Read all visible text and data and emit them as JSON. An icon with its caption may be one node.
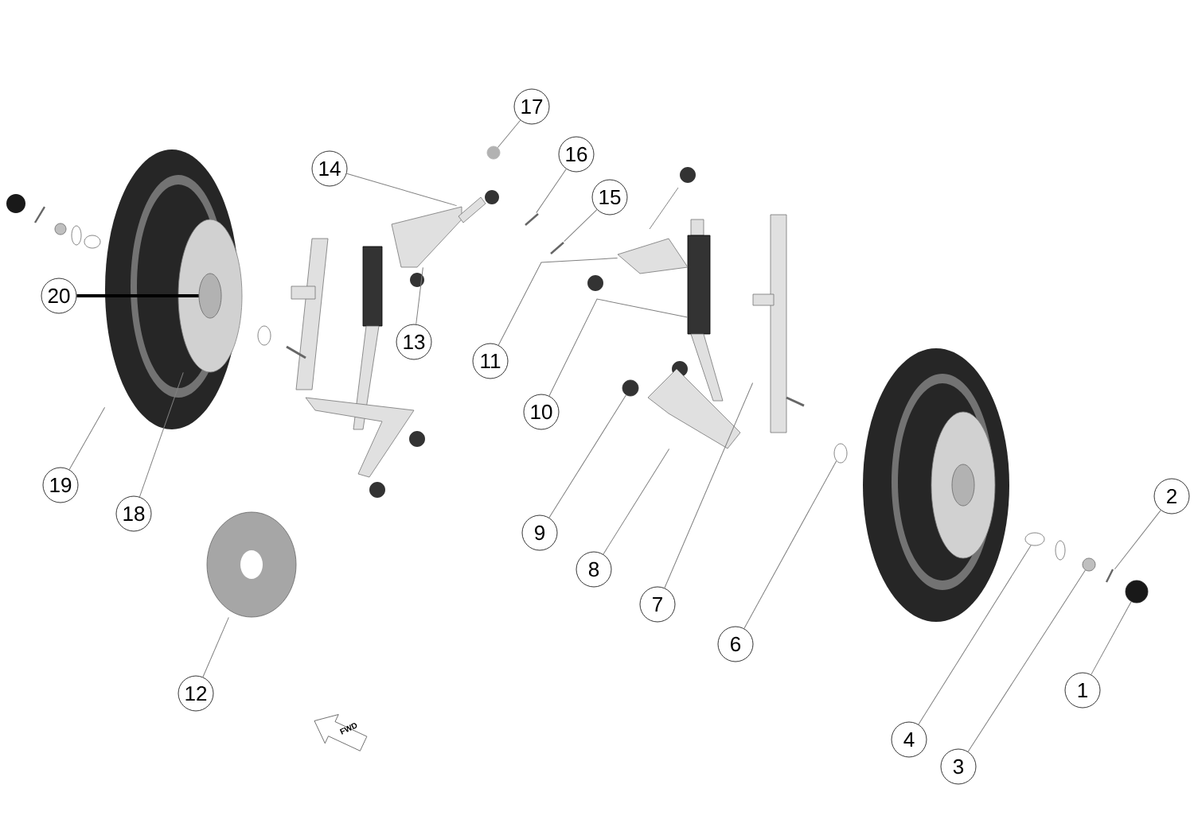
{
  "diagram": {
    "nodes": [
      {
        "text": [
          "1"
        ]
      },
      {
        "text": [
          "2"
        ]
      },
      {
        "text": [
          "3"
        ]
      },
      {
        "text": [
          "4"
        ]
      },
      {
        "text": [
          "6"
        ]
      },
      {
        "text": [
          "7"
        ]
      },
      {
        "text": [
          "8"
        ]
      },
      {
        "text": [
          "9"
        ]
      },
      {
        "text": [
          "10"
        ]
      },
      {
        "text": [
          "11"
        ]
      },
      {
        "text": [
          "12"
        ]
      },
      {
        "text": [
          "13"
        ]
      },
      {
        "text": [
          "14"
        ]
      },
      {
        "text": [
          "15"
        ]
      },
      {
        "text": [
          "16"
        ]
      },
      {
        "text": [
          "17"
        ]
      },
      {
        "text": [
          "18"
        ]
      },
      {
        "text": [
          "19"
        ]
      },
      {
        "text": [
          "20"
        ]
      },
      {
        "text": [],
        "shape": "circle"
      },
      {
        "text": [],
        "shape": "picture"
      },
      {
        "text": [],
        "shape": "circle"
      },
      {
        "text": [],
        "shape": "circle"
      },
      {
        "text": [],
        "shape": "circle"
      },
      {
        "text": [],
        "shape": "picture"
      },
      {
        "text": [],
        "shape": "picture"
      },
      {
        "text": [],
        "shape": "circle"
      },
      {
        "text": [],
        "shape": "picture"
      },
      {
        "text": [],
        "shape": "picture"
      },
      {
        "text": [],
        "shape": "picture"
      },
      {
        "text": [],
        "shape": "picture"
      },
      {
        "text": [],
        "shape": "picture"
      },
      {
        "text": [],
        "shape": "picture"
      },
      {
        "text": [],
        "shape": "picture"
      },
      {
        "text": [],
        "shape": "circle"
      },
      {
        "text": [],
        "shape": "picture"
      },
      {
        "text": [],
        "shape": "picture",
        "in": 35
      },
      {
        "text": [],
        "shape": "circle",
        "in": 36
      }
    ],
    "edges": [
      {
        "from": 0,
        "to": 19,
        "arrow": "none"
      },
      {
        "from": 1,
        "to": 20,
        "arrow": "none"
      },
      {
        "from": 2,
        "to": 21,
        "arrow": "none"
      },
      {
        "from": 3,
        "to": 22,
        "arrow": "none"
      },
      {
        "from": 4,
        "to": 23,
        "arrow": "none"
      },
      {
        "from": 5,
        "to": 24,
        "arrow": "none"
      },
      {
        "from": 6,
        "to": 25,
        "arrow": "none"
      },
      {
        "from": 7,
        "to": 26,
        "arrow": "none"
      },
      {
        "from": 8,
        "to": 27,
        "arrow": "none"
      },
      {
        "from": 9,
        "to": 28,
        "arrow": "none"
      },
      {
        "from": 10,
        "to": 29,
        "arrow": "none"
      },
      {
        "from": 11,
        "to": 30,
        "arrow": "none"
      },
      {
        "from": 12,
        "to": 31,
        "arrow": "none"
      },
      {
        "from": 13,
        "to": 32,
        "arrow": "none"
      },
      {
        "from": 14,
        "to": 33,
        "arrow": "none"
      },
      {
        "from": 15,
        "to": 34,
        "arrow": "none"
      },
      {
        "from": 16,
        "to": 36,
        "arrow": "none"
      },
      {
        "from": 17,
        "to": 35,
        "arrow": "none"
      },
      {
        "from": 18,
        "to": 37,
        "arrow": "none",
        "style": "thick",
        "color": "#000000"
      }
    ],
    "labels": [
      "FWD"
    ]
  }
}
